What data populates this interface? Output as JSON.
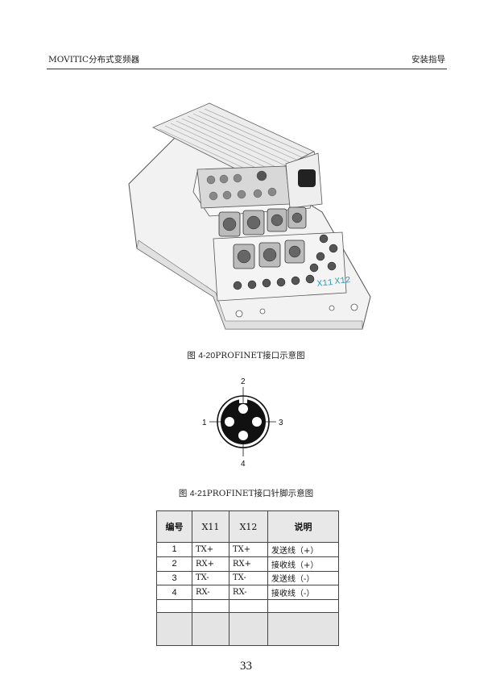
{
  "header": {
    "left": "MOVITIC分布式变频器",
    "right": "安装指导"
  },
  "figure1": {
    "prefix": "图",
    "number": "4-20",
    "text": "PROFINET接口示意图",
    "port_labels": [
      "X11",
      "X12"
    ]
  },
  "figure2": {
    "prefix": "图",
    "number": "4-21",
    "text": "PROFINET接口针脚示意图",
    "pins": [
      "1",
      "2",
      "3",
      "4"
    ]
  },
  "table": {
    "headers": [
      "编号",
      "X11",
      "X12",
      "说明"
    ],
    "rows": [
      [
        "1",
        "TX+",
        "TX+",
        "发送线（+）"
      ],
      [
        "2",
        "RX+",
        "RX+",
        "接收线（+）"
      ],
      [
        "3",
        "TX-",
        "TX-",
        "发送线（-）"
      ],
      [
        "4",
        "RX-",
        "RX-",
        "接收线（-）"
      ]
    ]
  },
  "page_number": "33"
}
